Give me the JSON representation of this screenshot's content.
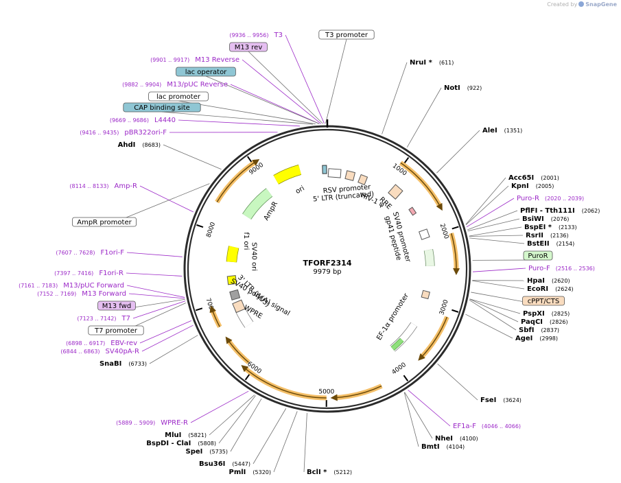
{
  "credit": {
    "prefix": "Created by",
    "brand": "SnapGene",
    "logo_icon": "snapgene-logo-icon"
  },
  "plasmid": {
    "name": "TFORF2314",
    "size_label": "9979 bp",
    "length": 9979
  },
  "ticks": [
    {
      "bp": 1000,
      "label": "1000"
    },
    {
      "bp": 2000,
      "label": "2000"
    },
    {
      "bp": 3000,
      "label": "3000"
    },
    {
      "bp": 4000,
      "label": "4000"
    },
    {
      "bp": 5000,
      "label": "5000"
    },
    {
      "bp": 6000,
      "label": "6000"
    },
    {
      "bp": 7000,
      "label": "7000"
    },
    {
      "bp": 8000,
      "label": "8000"
    },
    {
      "bp": 9000,
      "label": "9000"
    }
  ],
  "colors": {
    "enzyme": "#000000",
    "primer": "#9b27c7",
    "orf": "#f2b44e",
    "line": "#6e6e6e",
    "ampr": "#c8f7c0",
    "ori": "#ffff00",
    "puro": "#d4f7cc",
    "wpre": "#ffffff",
    "rre": "#f9dcbf",
    "cap": "#8fc6d4",
    "lacop": "#8fc6d4",
    "m13": "#e5bff1",
    "cppt": "#f9dcbf"
  },
  "enzymes": [
    {
      "name": "NruI",
      "star": true,
      "pos": "(611)",
      "bp": 611
    },
    {
      "name": "NotI",
      "pos": "(922)",
      "bp": 922
    },
    {
      "name": "AleI",
      "pos": "(1351)",
      "bp": 1351
    },
    {
      "name": "Acc65I",
      "pos": "(2001)",
      "bp": 2001
    },
    {
      "name": "KpnI",
      "pos": "(2005)",
      "bp": 2005
    },
    {
      "name": "PflFI - Tth111I",
      "pos": "(2062)",
      "bp": 2062
    },
    {
      "name": "BsiWI",
      "pos": "(2076)",
      "bp": 2076
    },
    {
      "name": "BspEI",
      "star": true,
      "pos": "(2133)",
      "bp": 2133
    },
    {
      "name": "RsrII",
      "pos": "(2136)",
      "bp": 2136
    },
    {
      "name": "BstEII",
      "pos": "(2154)",
      "bp": 2154
    },
    {
      "name": "HpaI",
      "pos": "(2620)",
      "bp": 2620
    },
    {
      "name": "EcoRI",
      "pos": "(2624)",
      "bp": 2624
    },
    {
      "name": "PspXI",
      "pos": "(2825)",
      "bp": 2825
    },
    {
      "name": "PaqCI",
      "pos": "(2826)",
      "bp": 2826
    },
    {
      "name": "SbfI",
      "pos": "(2837)",
      "bp": 2837
    },
    {
      "name": "AgeI",
      "pos": "(2998)",
      "bp": 2998
    },
    {
      "name": "FseI",
      "pos": "(3624)",
      "bp": 3624
    },
    {
      "name": "NheI",
      "pos": "(4100)",
      "bp": 4100
    },
    {
      "name": "BmtI",
      "pos": "(4104)",
      "bp": 4104
    },
    {
      "name": "BclI",
      "star": true,
      "pos": "(5212)",
      "bp": 5212
    },
    {
      "name": "PmlI",
      "pos": "(5320)",
      "bp": 5320
    },
    {
      "name": "Bsu36I",
      "pos": "(5447)",
      "bp": 5447
    },
    {
      "name": "SpeI",
      "pos": "(5735)",
      "bp": 5735
    },
    {
      "name": "BspDI - ClaI",
      "pos": "(5808)",
      "bp": 5808
    },
    {
      "name": "MluI",
      "pos": "(5821)",
      "bp": 5821
    },
    {
      "name": "SnaBI",
      "pos": "(6733)",
      "bp": 6733
    },
    {
      "name": "AhdI",
      "pos": "(8683)",
      "bp": 8683
    }
  ],
  "primers": [
    {
      "name": "T3",
      "pos": "(9936 .. 9956)",
      "bp": 9946
    },
    {
      "name": "M13 Reverse",
      "pos": "(9901 .. 9917)",
      "bp": 9909
    },
    {
      "name": "M13/pUC Reverse",
      "pos": "(9882 .. 9904)",
      "bp": 9893
    },
    {
      "name": "L4440",
      "pos": "(9669 .. 9686)",
      "bp": 9677
    },
    {
      "name": "pBR322ori-F",
      "pos": "(9416 .. 9435)",
      "bp": 9425
    },
    {
      "name": "Amp-R",
      "pos": "(8114 .. 8133)",
      "bp": 8123
    },
    {
      "name": "F1ori-F",
      "pos": "(7607 .. 7628)",
      "bp": 7617
    },
    {
      "name": "F1ori-R",
      "pos": "(7397 .. 7416)",
      "bp": 7406
    },
    {
      "name": "M13/pUC Forward",
      "pos": "(7161 .. 7183)",
      "bp": 7172
    },
    {
      "name": "M13 Forward",
      "pos": "(7152 .. 7169)",
      "bp": 7160
    },
    {
      "name": "T7",
      "pos": "(7123 .. 7142)",
      "bp": 7132
    },
    {
      "name": "EBV-rev",
      "pos": "(6898 .. 6917)",
      "bp": 6907
    },
    {
      "name": "SV40pA-R",
      "pos": "(6844 .. 6863)",
      "bp": 6853
    },
    {
      "name": "WPRE-R",
      "pos": "(5889 .. 5909)",
      "bp": 5899
    },
    {
      "name": "EF1a-F",
      "pos": "(4046 .. 4066)",
      "bp": 4056
    },
    {
      "name": "Puro-R",
      "pos": "(2020 .. 2039)",
      "bp": 2030
    },
    {
      "name": "Puro-F",
      "pos": "(2516 .. 2536)",
      "bp": 2526
    }
  ],
  "boxes": [
    {
      "name": "T3 promoter",
      "kind": "white",
      "bp": 9960
    },
    {
      "name": "M13 rev",
      "kind": "m13",
      "bp": 9930
    },
    {
      "name": "lac operator",
      "kind": "lacop",
      "bp": 9890
    },
    {
      "name": "lac promoter",
      "kind": "white",
      "bp": 9850
    },
    {
      "name": "CAP binding site",
      "kind": "cap",
      "bp": 9820
    },
    {
      "name": "AmpR promoter",
      "kind": "white",
      "bp": 8480
    },
    {
      "name": "M13 fwd",
      "kind": "m13",
      "bp": 7150
    },
    {
      "name": "T7 promoter",
      "kind": "white",
      "bp": 7110
    },
    {
      "name": "PuroR",
      "kind": "puro",
      "bp": 2400
    },
    {
      "name": "cPPT/CTS",
      "kind": "cppt",
      "bp": 2750
    }
  ],
  "features": [
    {
      "name": "ori",
      "kind": "ori"
    },
    {
      "name": "RSV promoter",
      "kind": "label"
    },
    {
      "name": "5' LTR (truncated)",
      "kind": "label"
    },
    {
      "name": "HIV-1 ψ",
      "kind": "label"
    },
    {
      "name": "RRE",
      "kind": "label"
    },
    {
      "name": "SV40 promoter",
      "kind": "label"
    },
    {
      "name": "gp41 peptide",
      "kind": "label"
    },
    {
      "name": "EF-1α promoter",
      "kind": "label"
    },
    {
      "name": "AmpR",
      "kind": "label"
    },
    {
      "name": "f1 ori",
      "kind": "label"
    },
    {
      "name": "SV40 ori",
      "kind": "label"
    },
    {
      "name": "SV40 poly(A) signal",
      "kind": "label"
    },
    {
      "name": "3' LTR (ΔU3)",
      "kind": "label"
    },
    {
      "name": "WPRE",
      "kind": "label"
    }
  ]
}
